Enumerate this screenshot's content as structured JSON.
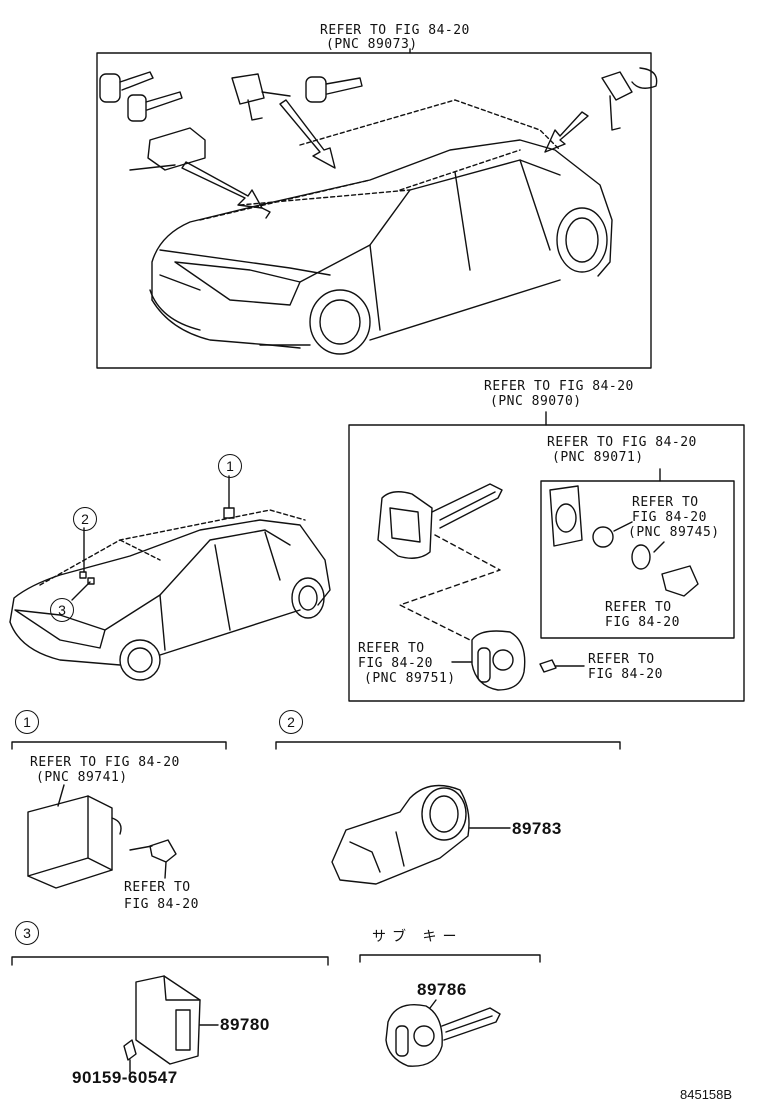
{
  "top": {
    "label_line1": "REFER TO FIG 84-20",
    "label_line2": "(PNC 89073)"
  },
  "mid": {
    "outer_line1": "REFER TO FIG 84-20",
    "outer_line2": "(PNC 89070)",
    "inner_line1": "REFER TO FIG 84-20",
    "inner_line2": "(PNC 89071)",
    "cell_line1": "REFER TO",
    "cell_line2": "FIG 84-20",
    "cell_line3": "(PNC 89745)",
    "ring_line1": "REFER TO",
    "ring_line2": "FIG 84-20",
    "cover_line1": "REFER TO",
    "cover_line2": "FIG 84-20",
    "cover_line3": "(PNC 89751)",
    "screw_line1": "REFER TO",
    "screw_line2": "FIG 84-20"
  },
  "markers": [
    "1",
    "2",
    "3"
  ],
  "section1": {
    "label_line1": "REFER TO FIG 84-20",
    "label_line2": "(PNC 89741)",
    "bolt_line1": "REFER TO",
    "bolt_line2": "FIG 84-20"
  },
  "section2": {
    "part_number": "89783"
  },
  "section3": {
    "part_number": "89780",
    "bolt_number": "90159-60547"
  },
  "subkey": {
    "title": "サブ キー",
    "part_number": "89786"
  },
  "figure_code": "845158B"
}
